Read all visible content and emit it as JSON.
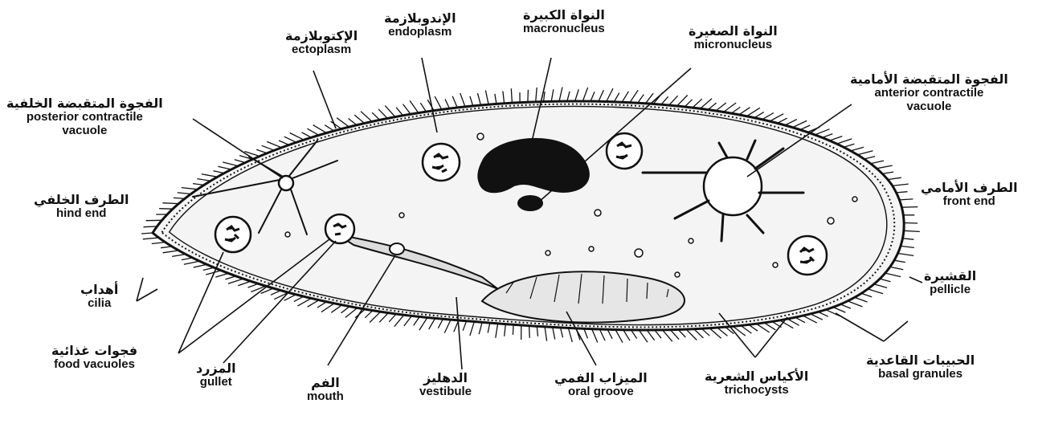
{
  "labels": {
    "ectoplasm": {
      "ar": "الإكتوبلازمة",
      "en": "ectoplasm"
    },
    "endoplasm": {
      "ar": "الإندوبلازمة",
      "en": "endoplasm"
    },
    "macronucleus": {
      "ar": "النواة الكبيرة",
      "en": "macronucleus"
    },
    "micronucleus": {
      "ar": "النواة الصغيرة",
      "en": "micronucleus"
    },
    "anterior_cv": {
      "ar": "الفجوة المتقبضة الأمامية",
      "en1": "anterior contractile",
      "en2": "vacuole"
    },
    "posterior_cv": {
      "ar": "الفجوة المتقبضة الخلفية",
      "en1": "posterior contractile",
      "en2": "vacuole"
    },
    "front_end": {
      "ar": "الطرف الأمامي",
      "en": "front end"
    },
    "hind_end": {
      "ar": "الطرف الخلفي",
      "en": "hind end"
    },
    "pellicle": {
      "ar": "القشيرة",
      "en": "pellicle"
    },
    "cilia": {
      "ar": "أهداب",
      "en": "cilia"
    },
    "food_vacuoles": {
      "ar": "فجوات غذائية",
      "en": "food vacuoles"
    },
    "gullet": {
      "ar": "المزرد",
      "en": "gullet"
    },
    "mouth": {
      "ar": "الفم",
      "en": "mouth"
    },
    "vestibule": {
      "ar": "الدهليز",
      "en": "vestibule"
    },
    "oral_groove": {
      "ar": "الميزاب الفمي",
      "en": "oral groove"
    },
    "trichocysts": {
      "ar": "الأكياس الشعرية",
      "en": "trichocysts"
    },
    "basal_granules": {
      "ar": "الحبيبات القاعدية",
      "en": "basal granules"
    }
  },
  "colors": {
    "ink": "#111111",
    "cell_fill": "#f4f4f4",
    "background": "#ffffff"
  }
}
